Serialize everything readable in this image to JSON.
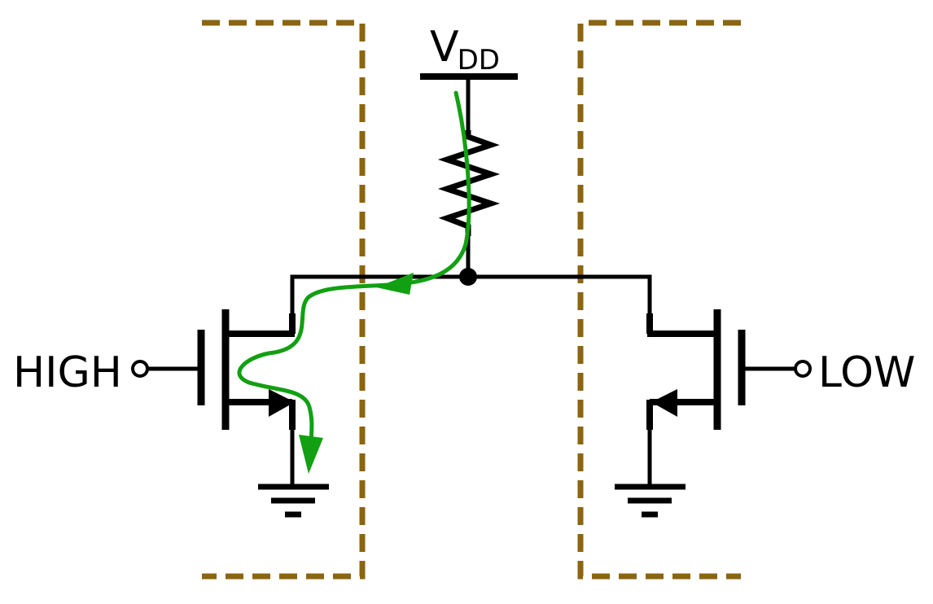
{
  "labels": {
    "supply_main": "V",
    "supply_sub": "DD",
    "left_input": "HIGH",
    "right_input": "LOW"
  },
  "colors": {
    "wire": "#000000",
    "boundary": "#8B6510",
    "current": "#12A012"
  },
  "icons": {
    "resistor": "resistor-icon",
    "ground_left": "ground-icon",
    "ground_right": "ground-icon",
    "transistor_left": "nmos-transistor-icon",
    "transistor_right": "nmos-transistor-icon",
    "current_arrow": "arrow-icon"
  }
}
